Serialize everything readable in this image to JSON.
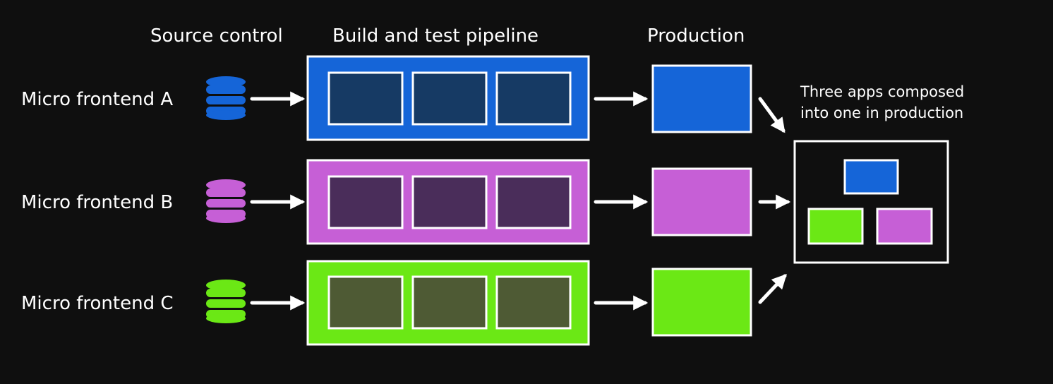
{
  "headers": {
    "source_control": "Source control",
    "pipeline": "Build and test pipeline",
    "production": "Production"
  },
  "rows": [
    {
      "label": "Micro frontend A",
      "color": "#1565d8",
      "inner_color": "#163a64"
    },
    {
      "label": "Micro frontend B",
      "color": "#c65fd6",
      "inner_color": "#4a2d5a"
    },
    {
      "label": "Micro frontend C",
      "color": "#6be815",
      "inner_color": "#4e5a34"
    }
  ],
  "composition_note": {
    "line1": "Three apps composed",
    "line2": "into one in production"
  },
  "colors": {
    "background": "#0f0f0f",
    "outline": "#ffffff"
  },
  "icons": {
    "source_control": "database-icon",
    "flow": "arrow-right-icon"
  }
}
